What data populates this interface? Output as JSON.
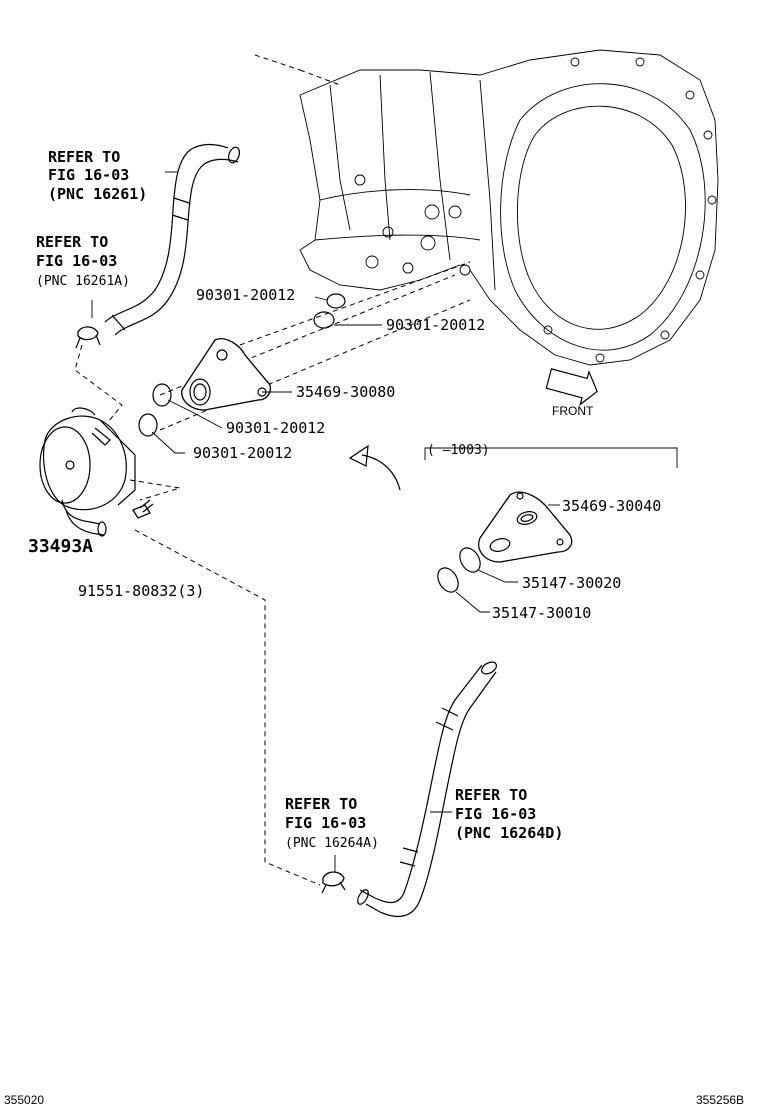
{
  "labels": {
    "ref_top_a": [
      "REFER TO",
      "FIG 16-03",
      "(PNC 16261)"
    ],
    "ref_top_b": [
      "REFER TO",
      "FIG 16-03",
      "(PNC 16261A)"
    ],
    "ref_bottom_a": [
      "REFER TO",
      "FIG 16-03",
      "(PNC 16264A)"
    ],
    "ref_bottom_b": [
      "REFER TO",
      "FIG 16-03",
      "(PNC 16264D)"
    ],
    "gasket_1": "90301-20012",
    "gasket_2": "90301-20012",
    "gasket_3": "90301-20012",
    "gasket_4": "90301-20012",
    "plate_main": "35469-30080",
    "plate_alt": "35469-30040",
    "oring_1": "35147-30020",
    "oring_2": "35147-30010",
    "cooler": "33493A",
    "bolt": "91551-80832(3)",
    "front": "FRONT",
    "date_range": "(  –1003)",
    "footer_left": "355020",
    "footer_right": "355256B"
  }
}
